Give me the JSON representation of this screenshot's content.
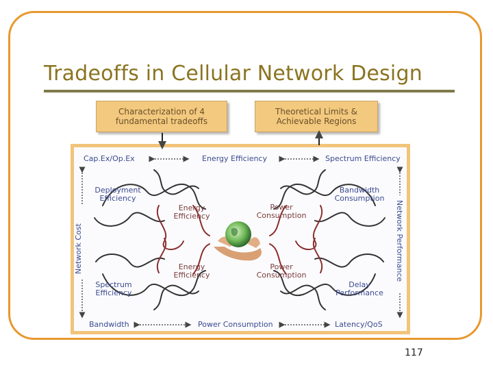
{
  "slide": {
    "title": "Tradeoffs in Cellular Network Design",
    "page_number": "117"
  },
  "diagram": {
    "top_left_box": [
      "Characterization of 4",
      "fundamental tradeoffs"
    ],
    "top_right_box": [
      "Theoretical Limits &",
      "Achievable Regions"
    ],
    "top_row": {
      "left": "Cap.Ex/Op.Ex",
      "center": "Energy Efficiency",
      "right": "Spectrum Efficiency"
    },
    "bottom_row": {
      "left": "Bandwidth",
      "center": "Power Consumption",
      "right": "Latency/QoS"
    },
    "left_axis": "Network Cost",
    "right_axis": "Network Performance",
    "corner_labels": {
      "deployment": [
        "Deployment",
        "Efficiency"
      ],
      "bandwidth": [
        "Bandwidth",
        "Consumption"
      ],
      "spectrum": [
        "Spectrum",
        "Efficiency"
      ],
      "delay": [
        "Delay",
        "Performance"
      ]
    },
    "inner_labels": {
      "energy_top": [
        "Energy",
        "Efficiency"
      ],
      "power_top": [
        "Power",
        "Consumption"
      ],
      "energy_bottom": [
        "Energy",
        "Efficiency"
      ],
      "power_bottom": [
        "Power",
        "Consumption"
      ]
    }
  }
}
